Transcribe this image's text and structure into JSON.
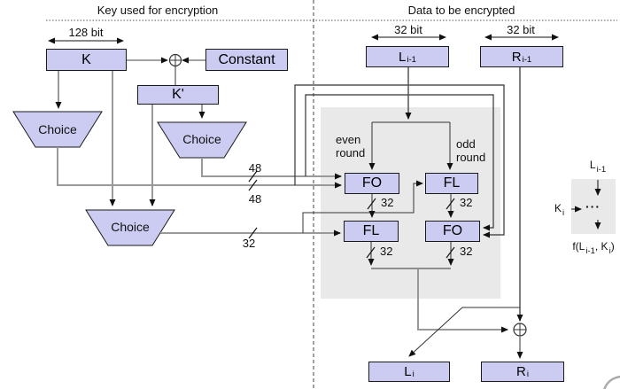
{
  "titles": {
    "left": "Key used for encryption",
    "right": "Data to be encrypted"
  },
  "bit_labels": {
    "key_width": "128 bit",
    "left_width": "32 bit",
    "right_width": "32 bit"
  },
  "key_schedule": {
    "k": "K",
    "constant": "Constant",
    "k_prime": "K'",
    "choice_top": "Choice",
    "choice_mid": "Choice",
    "choice_bottom": "Choice",
    "bus48_top": "48",
    "bus48_bottom": "48",
    "bus32": "32"
  },
  "round_function": {
    "l_prev": {
      "base": "L",
      "sub": "i-1"
    },
    "r_prev": {
      "base": "R",
      "sub": "i-1"
    },
    "even_round": "even round",
    "odd_round": "odd round",
    "fo_even": "FO",
    "fl_odd": "FL",
    "fl_even": "FL",
    "fo_odd": "FO",
    "bus32": [
      "32",
      "32",
      "32",
      "32"
    ],
    "l_next": {
      "base": "L",
      "sub": "i"
    },
    "r_next": {
      "base": "R",
      "sub": "i"
    }
  },
  "f_summary": {
    "input": {
      "base": "L",
      "sub": "i-1"
    },
    "round_key": {
      "base": "K",
      "sub": "i"
    },
    "dots": "···",
    "output": {
      "p1": "f(L",
      "s1": "i-1",
      "p2": ", K",
      "s2": "i",
      "p3": ")"
    }
  },
  "icons": {
    "xor_top": "circle-plus",
    "xor_bottom": "circle-plus"
  },
  "colors": {
    "box_fill": "#ccccf2",
    "box_border": "#1a1a1a",
    "panel_fill": "#e9e9e9",
    "bus_line": "#999999",
    "signal_line": "#333333"
  }
}
